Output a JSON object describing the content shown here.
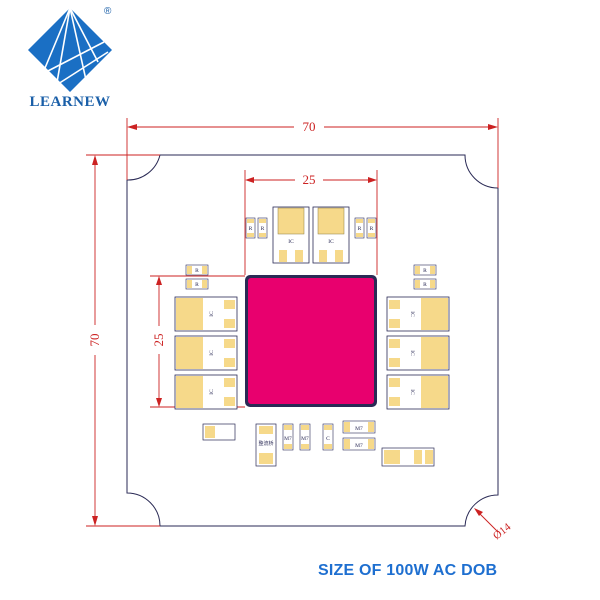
{
  "logo": {
    "brand_name": "LEARNEW",
    "registered_mark": "®",
    "primary_color": "#1a6fc4"
  },
  "drawing": {
    "line_color": "#cc2222",
    "outline_color": "#2a2a55",
    "led_area_color": "#e8006e",
    "pad_color": "#f6d98a",
    "dimensions": {
      "board_width": "70",
      "board_height": "70",
      "led_width": "25",
      "led_height": "25",
      "hole": "Ø14"
    },
    "component_labels": {
      "resistor": "R",
      "ic": "IC",
      "capacitor": "C",
      "mosfet": "M7",
      "bridge": "整流桥"
    }
  },
  "caption": "SIZE OF 100W AC DOB"
}
